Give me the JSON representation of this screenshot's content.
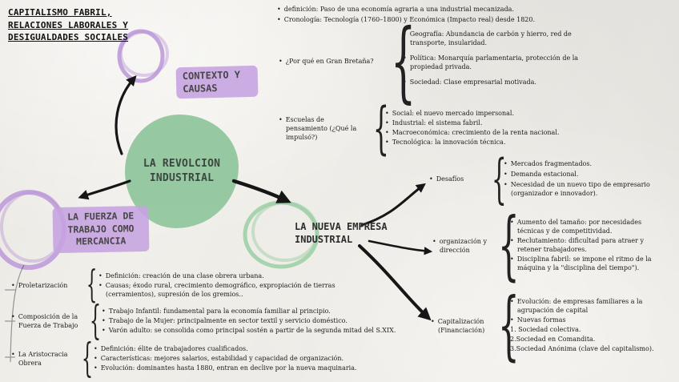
{
  "title": "CAPITALISMO FABRIL, RELACIONES LABORALES Y DESIGUALDADES SOCIALES",
  "center": {
    "label": "LA REVOLCION INDUSTRIAL"
  },
  "nodes": {
    "contexto": {
      "label": "CONTEXTO Y CAUSAS"
    },
    "fuerza": {
      "label": "LA FUERZA DE TRABAJO COMO MERCANCIA"
    },
    "empresa": {
      "label": "LA NUEVA EMPRESA INDUSTRIAL"
    }
  },
  "contexto_details": {
    "intro": [
      "definición: Paso de una economía agraria a una industrial mecanizada.",
      "Cronología: Tecnología (1760–1800) y Económica (Impacto real) desde 1820."
    ],
    "gran_bretana": {
      "label": "¿Por qué en Gran Bretaña?",
      "items": [
        "Geografía: Abundancia de carbón y hierro, red de transporte, insularidad.",
        "Política: Monarquía parlamentaria, protección de la propiedad privada.",
        "Sociedad: Clase empresarial motivada."
      ]
    },
    "escuelas": {
      "label": "Escuelas de pensamiento (¿Qué la impulsó?)",
      "items": [
        "Social: el nuevo mercado impersonal.",
        "Industrial: el sistema fabril.",
        "Macroeconómica: crecimiento de la renta nacional.",
        "Tecnológica: la innovación técnica."
      ]
    }
  },
  "empresa_details": {
    "desafios": {
      "label": "Desafíos",
      "items": [
        "Mercados fragmentados.",
        "Demanda estacional.",
        "Necesidad de un nuevo tipo de empresario (organizador e innovador)."
      ]
    },
    "organizacion": {
      "label": "organización y dirección",
      "items": [
        "Aumento del tamaño: por necesidades técnicas y de competitividad.",
        "Reclutamiento: dificultad para atraer y retener trabajadores.",
        "Disciplina fabril: se impone el ritmo de la máquina y la \"disciplina del tiempo\")."
      ]
    },
    "capitalizacion": {
      "label": "Capitalización (Financiación)",
      "items": [
        "Evolución: de empresas familiares a la agrupación de capital",
        "Nuevas formas",
        "1. Sociedad colectiva.",
        "2.Sociedad en Comandita.",
        "3.Sociedad Anónima (clave del capitalismo)."
      ]
    }
  },
  "fuerza_details": {
    "proletarizacion": {
      "label": "Proletarización",
      "items": [
        "Definición: creación de una clase obrera urbana.",
        "Causas; éxodo rural, crecimiento demográfico, expropiación de tierras (cerramientos), supresión de los gremios.."
      ]
    },
    "composicion": {
      "label": "Composición de la Fuerza de Trabajo",
      "items": [
        "Trabajo Infantil: fundamental para la economía familiar al principio.",
        "Trabajo de la Mujer: principalmente en sector textil y servicio doméstico.",
        "Varón adulto: se consolida como principal sostén a partir de la segunda mitad del S.XIX."
      ]
    },
    "aristocracia": {
      "label": "La Aristocracia Obrera",
      "items": [
        "Definición: élite de trabajadores cualificados.",
        "Características: mejores salarios,  estabilidad y capacidad de organización.",
        "Evolución: dominantes hasta 1880, entran en declive por la nueva maquinaria."
      ]
    }
  },
  "colors": {
    "purple": "#c7a4e2",
    "green": "#8fc59b",
    "ink": "#1b1b1b"
  }
}
